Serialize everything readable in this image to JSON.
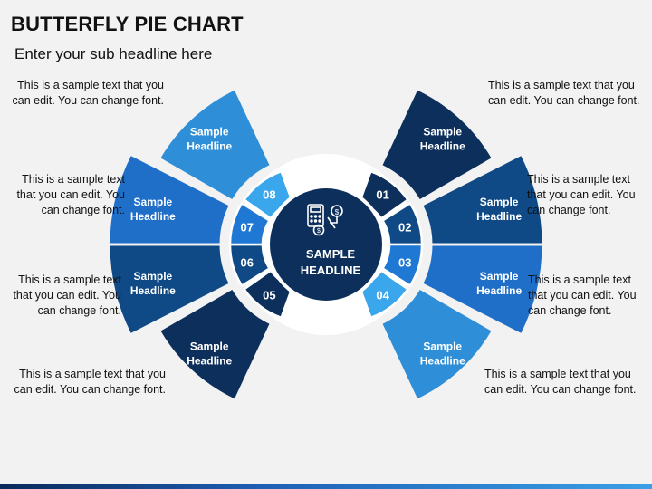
{
  "header": {
    "title": "BUTTERFLY PIE CHART",
    "subtitle": "Enter your sub headline here"
  },
  "center": {
    "line1": "SAMPLE",
    "line2": "HEADLINE",
    "icon": "calculator-finance-icon"
  },
  "segments": [
    {
      "number": "01",
      "headline_line1": "Sample",
      "headline_line2": "Headline",
      "description": "This is a sample text that you can edit. You can change font.",
      "color": "#0d2f5c",
      "num_color": "#0d2f5c"
    },
    {
      "number": "02",
      "headline_line1": "Sample",
      "headline_line2": "Headline",
      "description": "This is a sample text that you can edit. You can change font.",
      "color": "#0f4a86",
      "num_color": "#0f4a86"
    },
    {
      "number": "03",
      "headline_line1": "Sample",
      "headline_line2": "Headline",
      "description": "This is a sample text that you can edit. You can change font.",
      "color": "#1f6fc8",
      "num_color": "#1f78d4"
    },
    {
      "number": "04",
      "headline_line1": "Sample",
      "headline_line2": "Headline",
      "description": "This is a sample text that you can edit. You can change font.",
      "color": "#2e8fd8",
      "num_color": "#3aa6ec"
    },
    {
      "number": "05",
      "headline_line1": "Sample",
      "headline_line2": "Headline",
      "description": "This is a sample text that you can edit. You can change font.",
      "color": "#0d2f5c",
      "num_color": "#0d2f5c"
    },
    {
      "number": "06",
      "headline_line1": "Sample",
      "headline_line2": "Headline",
      "description": "This is a sample text that you can edit. You can change font.",
      "color": "#0f4a86",
      "num_color": "#0f4a86"
    },
    {
      "number": "07",
      "headline_line1": "Sample",
      "headline_line2": "Headline",
      "description": "This is a sample text that you can edit. You can change font.",
      "color": "#1f6fc8",
      "num_color": "#1f78d4"
    },
    {
      "number": "08",
      "headline_line1": "Sample",
      "headline_line2": "Headline",
      "description": "This is a sample text that you can edit. You can change font.",
      "color": "#2e8fd8",
      "num_color": "#3aa6ec"
    }
  ],
  "colors": {
    "center": "#0d2f5c",
    "ring_gap": "#ffffff",
    "background": "#f2f2f2"
  }
}
